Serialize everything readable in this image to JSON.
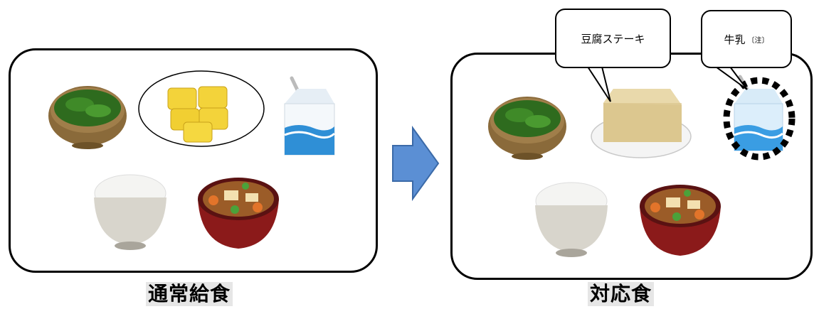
{
  "labels": {
    "normal_meal": "通常給食",
    "alternative_meal": "対応食"
  },
  "callouts": {
    "tofu": "豆腐ステーキ",
    "milk": "牛乳",
    "milk_note": "〔注〕"
  }
}
